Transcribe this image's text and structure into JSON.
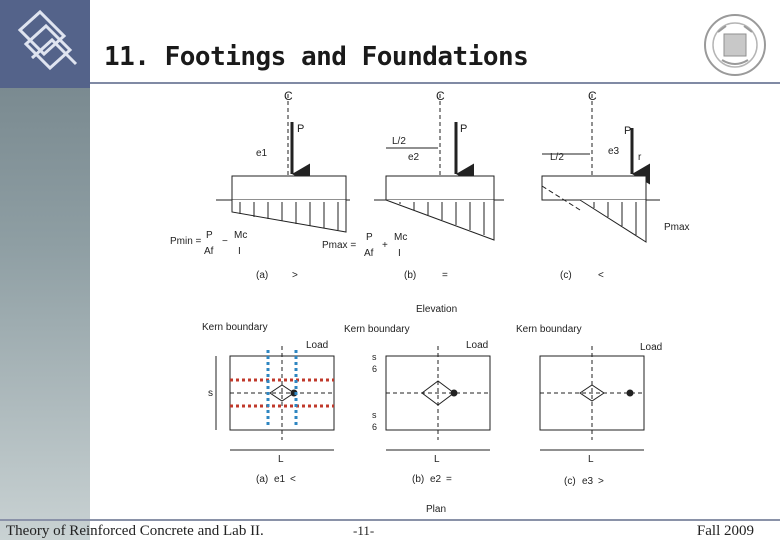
{
  "slide": {
    "title": "11. Footings and Foundations"
  },
  "footer": {
    "left": "Theory of Reinforced Concrete and Lab II.",
    "page": "-11-",
    "right": "Fall 2009"
  },
  "figure": {
    "elevation": {
      "heading": "Elevation",
      "centerline": "C",
      "load": "P",
      "half_length": "L/2",
      "eccentricities": [
        "e1",
        "e2",
        "e3"
      ],
      "r_label": "r",
      "p_min": "Pmin",
      "p_max": "Pmax",
      "eq_lhs_min": "Pmin =",
      "eq_lhs_max": "Pmax =",
      "eq_p_num": "P",
      "eq_p_den": "Af",
      "eq_minus": "−",
      "eq_plus": "+",
      "eq_m_num": "Mc",
      "eq_m_den": "I",
      "cases": [
        {
          "tag": "(a)",
          "op": ">"
        },
        {
          "tag": "(b)",
          "op": "="
        },
        {
          "tag": "(c)",
          "op": "<"
        }
      ]
    },
    "plan": {
      "heading": "Plan",
      "kern_boundary": "Kern boundary",
      "load": "Load",
      "s": "s",
      "six": "6",
      "L": "L",
      "cases": [
        {
          "tag": "(a)",
          "e": "e1",
          "op": "<"
        },
        {
          "tag": "(b)",
          "e": "e2",
          "op": "="
        },
        {
          "tag": "(c)",
          "e": "e3",
          "op": ">"
        }
      ]
    }
  }
}
